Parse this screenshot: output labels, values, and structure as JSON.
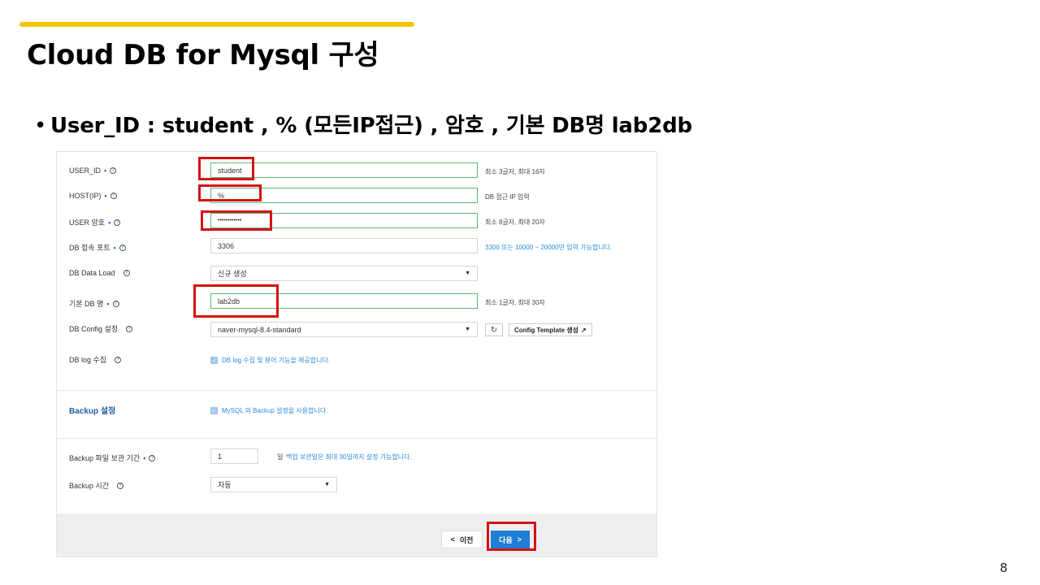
{
  "slide": {
    "title": "Cloud DB for Mysql 구성",
    "bullet_marker": "•",
    "bullet_text": "User_ID : student , % (모든IP접근) , 암호 , 기본 DB명 lab2db",
    "page_number": "8",
    "accent_color": "#f5c400",
    "highlight_color": "#d61111"
  },
  "form": {
    "user_id": {
      "label": "USER_ID",
      "value": "student",
      "hint": "최소 3글자, 최대 16자"
    },
    "host_ip": {
      "label": "HOST(IP)",
      "value": "%",
      "hint": "DB 접근 IP 입력"
    },
    "user_pw": {
      "label": "USER 암호",
      "value": "••••••••••••",
      "hint": "최소 8글자, 최대 20자"
    },
    "db_port": {
      "label": "DB 접속 포트",
      "value": "3306",
      "hint": "3306 또는 10000 ~ 20000만 입력 가능합니다."
    },
    "db_data_load": {
      "label": "DB Data Load",
      "value": "신규 생성"
    },
    "default_db": {
      "label": "기본 DB 명",
      "value": "lab2db",
      "hint": "최소 1글자, 최대 30자"
    },
    "db_config": {
      "label": "DB Config 설정",
      "value": "naver-mysql-8.4-standard",
      "template_button": "Config Template 생성"
    },
    "db_log": {
      "label": "DB log 수집",
      "check_text": "DB log 수집 및 뷰어 기능을 제공합니다."
    },
    "backup": {
      "section_title": "Backup 설정",
      "check_text": "MySQL 의 Backup 설정을 사용합니다."
    },
    "backup_retention": {
      "label": "Backup 파일 보관 기간",
      "value": "1",
      "unit": "일",
      "hint": "백업 보관일은 최대 30일까지 설정 가능합니다."
    },
    "backup_time": {
      "label": "Backup 시간",
      "value": "자동"
    }
  },
  "footer": {
    "prev_label": "이전",
    "next_label": "다음"
  },
  "icons": {
    "help": "?",
    "caret": "▼",
    "refresh": "↻",
    "external": "↗",
    "check": "✓",
    "prev": "<",
    "next": ">"
  }
}
